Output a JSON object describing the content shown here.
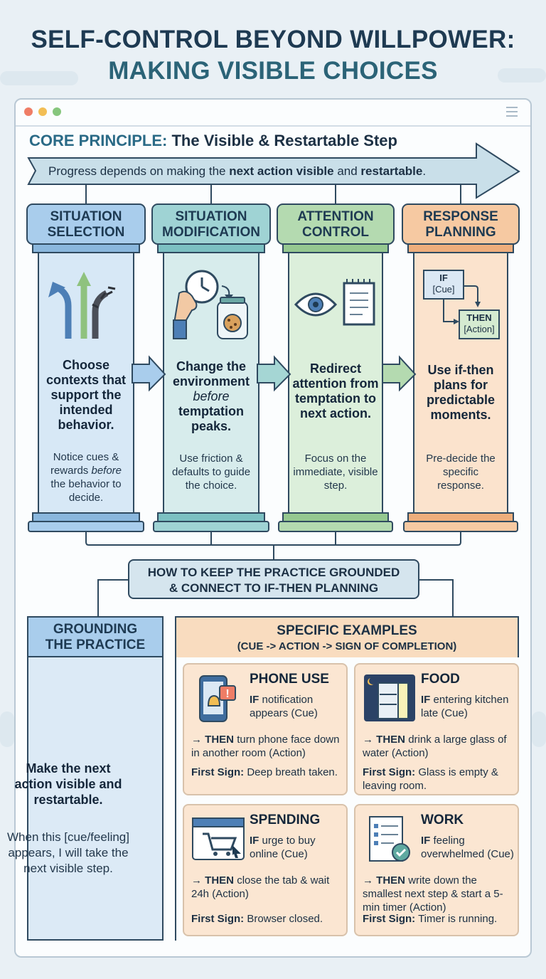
{
  "title": {
    "line1": "SELF-CONTROL BEYOND WILLPOWER:",
    "line2": "MAKING VISIBLE CHOICES"
  },
  "core": {
    "label": "CORE PRINCIPLE:",
    "title": "The Visible & Restartable Step",
    "arrow_pre": "Progress depends on making the ",
    "arrow_b1": "next action visible",
    "arrow_mid": " and ",
    "arrow_b2": "restartable",
    "arrow_end": "."
  },
  "pillars": [
    {
      "head1": "SITUATION",
      "head2": "SELECTION",
      "main": "Choose contexts that support the intended behavior.",
      "sub_pre": "Notice cues & rewards ",
      "sub_em": "before",
      "sub_post": " the behavior to decide."
    },
    {
      "head1": "SITUATION",
      "head2": "MODIFICATION",
      "main_pre": "Change the environment ",
      "main_em": "before",
      "main_post": " temptation peaks.",
      "sub": "Use friction & defaults to guide the choice."
    },
    {
      "head1": "ATTENTION",
      "head2": "CONTROL",
      "main": "Redirect attention from temptation to next action.",
      "sub": "Focus on the immediate, visible step."
    },
    {
      "head1": "RESPONSE",
      "head2": "PLANNING",
      "main": "Use if-then plans for predictable moments.",
      "sub": "Pre-decide the specific response.",
      "if_label": "IF",
      "cue_label": "[Cue]",
      "then_label": "THEN",
      "action_label": "[Action]"
    }
  ],
  "center": {
    "line1": "HOW TO KEEP THE PRACTICE GROUNDED",
    "line2": "& CONNECT TO IF-THEN PLANNING"
  },
  "grounding": {
    "head1": "GROUNDING",
    "head2": "THE PRACTICE",
    "main": "Make the next action visible and restartable.",
    "sub": "When this [cue/feeling] appears, I will take the next visible step."
  },
  "examples": {
    "head1": "SPECIFIC EXAMPLES",
    "head2": "(CUE -> ACTION -> SIGN OF COMPLETION)",
    "if_word": "IF",
    "then_word": "THEN",
    "sign_word": "First Sign:",
    "arrow": "→",
    "cards": [
      {
        "title": "PHONE USE",
        "if": "notification appears (Cue)",
        "then": "turn phone face down in another room (Action)",
        "sign": "Deep breath taken.",
        "icon": "phone-notification-icon"
      },
      {
        "title": "FOOD",
        "if": "entering kitchen late (Cue)",
        "then": "drink a large glass of water (Action)",
        "sign": "Glass is empty & leaving room.",
        "icon": "fridge-night-icon"
      },
      {
        "title": "SPENDING",
        "if": "urge to buy online (Cue)",
        "then": "close the tab & wait 24h (Action)",
        "sign": "Browser closed.",
        "icon": "shopping-cart-browser-icon"
      },
      {
        "title": "WORK",
        "if": "feeling overwhelmed (Cue)",
        "then": "write down the smallest next step & start a 5-min timer (Action)",
        "sign": "Timer is running.",
        "icon": "checklist-icon"
      }
    ]
  }
}
